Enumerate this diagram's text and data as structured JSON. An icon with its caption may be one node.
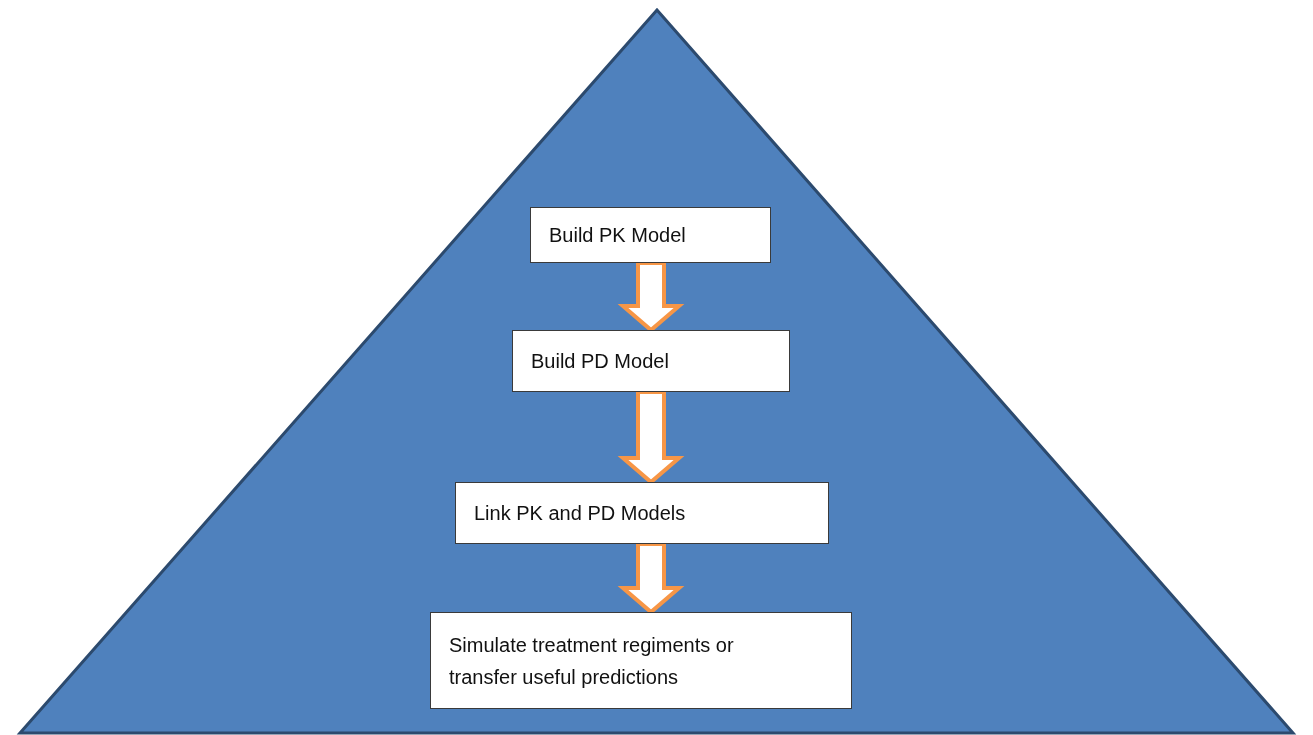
{
  "diagram": {
    "nodes": [
      {
        "text": [],
        "shape": "triangle"
      },
      {
        "text": [
          "Build PK Model"
        ],
        "in": 0
      },
      {
        "text": [
          "Build PD Model"
        ],
        "in": 0
      },
      {
        "text": [
          "Link PK and PD Models"
        ],
        "in": 0
      },
      {
        "text": [
          "Simulate treatment regiments or transfer useful predictions"
        ],
        "in": 0
      }
    ],
    "edges": [
      {
        "from": 1,
        "to": 2,
        "arrow": "to"
      },
      {
        "from": 2,
        "to": 3,
        "arrow": "to"
      },
      {
        "from": 3,
        "to": 4,
        "arrow": "to"
      }
    ]
  }
}
